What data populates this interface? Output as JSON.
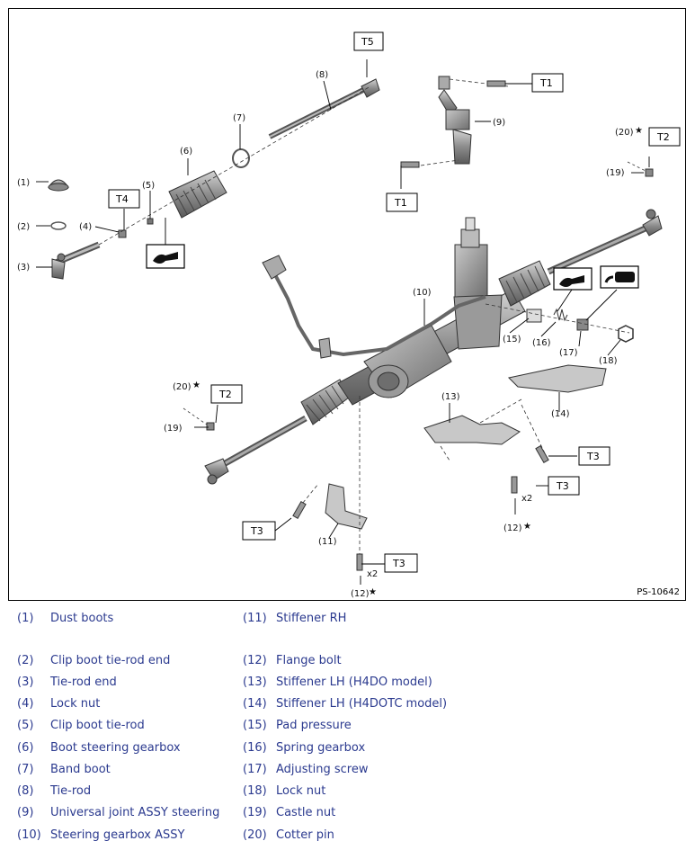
{
  "diagram": {
    "doc_id": "PS-10642",
    "callouts": {
      "c1": "(1)",
      "c2": "(2)",
      "c3": "(3)",
      "c4": "(4)",
      "c5": "(5)",
      "c6": "(6)",
      "c7": "(7)",
      "c8": "(8)",
      "c9": "(9)",
      "c10": "(10)",
      "c11": "(11)",
      "c12a": "(12)",
      "c12b": "(12)",
      "c13": "(13)",
      "c14": "(14)",
      "c15": "(15)",
      "c16": "(16)",
      "c17": "(17)",
      "c18": "(18)",
      "c19a": "(19)",
      "c19b": "(19)",
      "c20a": "(20)",
      "c20b": "(20)"
    },
    "torque": {
      "t5": "T5",
      "t1a": "T1",
      "t1b": "T1",
      "t2a": "T2",
      "t2b": "T2",
      "t4": "T4",
      "t3a": "T3",
      "t3b": "T3",
      "t3c": "T3",
      "t3d": "T3"
    },
    "multipliers": {
      "x2a": "x2",
      "x2b": "x2"
    },
    "star": "★"
  },
  "legend": {
    "left": [
      {
        "num": "(1)",
        "text": "Dust boots"
      },
      {
        "num": "(2)",
        "text": "Clip boot tie-rod end"
      },
      {
        "num": "(3)",
        "text": "Tie-rod end"
      },
      {
        "num": "(4)",
        "text": "Lock nut"
      },
      {
        "num": "(5)",
        "text": "Clip boot tie-rod"
      },
      {
        "num": "(6)",
        "text": "Boot steering gearbox"
      },
      {
        "num": "(7)",
        "text": "Band boot"
      },
      {
        "num": "(8)",
        "text": "Tie-rod"
      },
      {
        "num": "(9)",
        "text": "Universal joint ASSY steering"
      },
      {
        "num": "(10)",
        "text": "Steering gearbox ASSY"
      }
    ],
    "right": [
      {
        "num": "(11)",
        "text": "Stiffener RH"
      },
      {
        "num": "(12)",
        "text": "Flange bolt"
      },
      {
        "num": "(13)",
        "text": "Stiffener LH (H4DO model)"
      },
      {
        "num": "(14)",
        "text": "Stiffener LH (H4DOTC model)"
      },
      {
        "num": "(15)",
        "text": "Pad pressure"
      },
      {
        "num": "(16)",
        "text": "Spring gearbox"
      },
      {
        "num": "(17)",
        "text": "Adjusting screw"
      },
      {
        "num": "(18)",
        "text": "Lock nut"
      },
      {
        "num": "(19)",
        "text": "Castle nut"
      },
      {
        "num": "(20)",
        "text": "Cotter pin"
      }
    ]
  }
}
